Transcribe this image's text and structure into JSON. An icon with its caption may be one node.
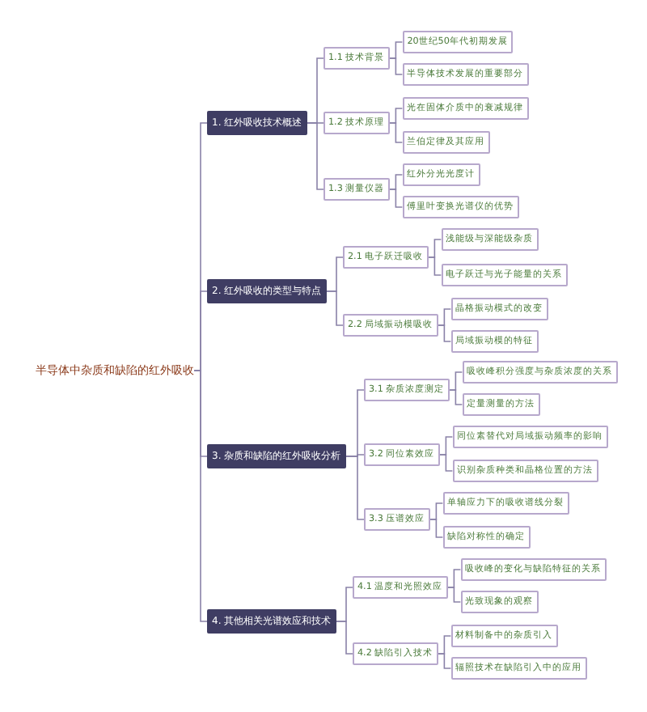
{
  "diagram": {
    "nodes": [
      {
        "text": [
          "半导体中杂质和缺陷的红外吸收"
        ]
      },
      {
        "text": [
          "1. 红外吸收技术概述"
        ]
      },
      {
        "text": [
          "1.1 技术背景"
        ]
      },
      {
        "text": [
          "20世纪50年代初期发展"
        ]
      },
      {
        "text": [
          "半导体技术发展的重要部分"
        ]
      },
      {
        "text": [
          "1.2 技术原理"
        ]
      },
      {
        "text": [
          "光在固体介质中的衰减规律"
        ]
      },
      {
        "text": [
          "兰伯定律及其应用"
        ]
      },
      {
        "text": [
          "1.3 测量仪器"
        ]
      },
      {
        "text": [
          "红外分光光度计"
        ]
      },
      {
        "text": [
          "傅里叶变换光谱仪的优势"
        ]
      },
      {
        "text": [
          "2. 红外吸收的类型与特点"
        ]
      },
      {
        "text": [
          "2.1 电子跃迁吸收"
        ]
      },
      {
        "text": [
          "浅能级与深能级杂质"
        ]
      },
      {
        "text": [
          "电子跃迁与光子能量的关系"
        ]
      },
      {
        "text": [
          "2.2 局域振动模吸收"
        ]
      },
      {
        "text": [
          "晶格振动模式的改变"
        ]
      },
      {
        "text": [
          "局域振动模的特征"
        ]
      },
      {
        "text": [
          "3. 杂质和缺陷的红外吸收分析"
        ]
      },
      {
        "text": [
          "3.1 杂质浓度测定"
        ]
      },
      {
        "text": [
          "吸收峰积分强度与杂质浓度的关系"
        ]
      },
      {
        "text": [
          "定量测量的方法"
        ]
      },
      {
        "text": [
          "3.2 同位素效应"
        ]
      },
      {
        "text": [
          "同位素替代对局域振动频率的影响"
        ]
      },
      {
        "text": [
          "识别杂质种类和晶格位置的方法"
        ]
      },
      {
        "text": [
          "3.3 压谱效应"
        ]
      },
      {
        "text": [
          "单轴应力下的吸收谱线分裂"
        ]
      },
      {
        "text": [
          "缺陷对称性的确定"
        ]
      },
      {
        "text": [
          "4. 其他相关光谱效应和技术"
        ]
      },
      {
        "text": [
          "4.1 温度和光照效应"
        ]
      },
      {
        "text": [
          "吸收峰的变化与缺陷特征的关系"
        ]
      },
      {
        "text": [
          "光致现象的观察"
        ]
      },
      {
        "text": [
          "4.2 缺陷引入技术"
        ]
      },
      {
        "text": [
          "材料制备中的杂质引入"
        ]
      },
      {
        "text": [
          "辐照技术在缺陷引入中的应用"
        ]
      }
    ],
    "edges": [
      {
        "from": 0,
        "to": 1,
        "arrow": "none"
      },
      {
        "from": 1,
        "to": 2,
        "arrow": "none"
      },
      {
        "from": 2,
        "to": 3,
        "arrow": "none"
      },
      {
        "from": 2,
        "to": 4,
        "arrow": "none"
      },
      {
        "from": 1,
        "to": 5,
        "arrow": "none"
      },
      {
        "from": 5,
        "to": 6,
        "arrow": "none"
      },
      {
        "from": 5,
        "to": 7,
        "arrow": "none"
      },
      {
        "from": 1,
        "to": 8,
        "arrow": "none"
      },
      {
        "from": 8,
        "to": 9,
        "arrow": "none"
      },
      {
        "from": 8,
        "to": 10,
        "arrow": "none"
      },
      {
        "from": 0,
        "to": 11,
        "arrow": "none"
      },
      {
        "from": 11,
        "to": 12,
        "arrow": "none"
      },
      {
        "from": 12,
        "to": 13,
        "arrow": "none"
      },
      {
        "from": 12,
        "to": 14,
        "arrow": "none"
      },
      {
        "from": 11,
        "to": 15,
        "arrow": "none"
      },
      {
        "from": 15,
        "to": 16,
        "arrow": "none"
      },
      {
        "from": 15,
        "to": 17,
        "arrow": "none"
      },
      {
        "from": 0,
        "to": 18,
        "arrow": "none"
      },
      {
        "from": 18,
        "to": 19,
        "arrow": "none"
      },
      {
        "from": 19,
        "to": 20,
        "arrow": "none"
      },
      {
        "from": 19,
        "to": 21,
        "arrow": "none"
      },
      {
        "from": 18,
        "to": 22,
        "arrow": "none"
      },
      {
        "from": 22,
        "to": 23,
        "arrow": "none"
      },
      {
        "from": 22,
        "to": 24,
        "arrow": "none"
      },
      {
        "from": 18,
        "to": 25,
        "arrow": "none"
      },
      {
        "from": 25,
        "to": 26,
        "arrow": "none"
      },
      {
        "from": 25,
        "to": 27,
        "arrow": "none"
      },
      {
        "from": 0,
        "to": 28,
        "arrow": "none"
      },
      {
        "from": 28,
        "to": 29,
        "arrow": "none"
      },
      {
        "from": 29,
        "to": 30,
        "arrow": "none"
      },
      {
        "from": 29,
        "to": 31,
        "arrow": "none"
      },
      {
        "from": 28,
        "to": 32,
        "arrow": "none"
      },
      {
        "from": 32,
        "to": 33,
        "arrow": "none"
      },
      {
        "from": 32,
        "to": 34,
        "arrow": "none"
      }
    ]
  }
}
